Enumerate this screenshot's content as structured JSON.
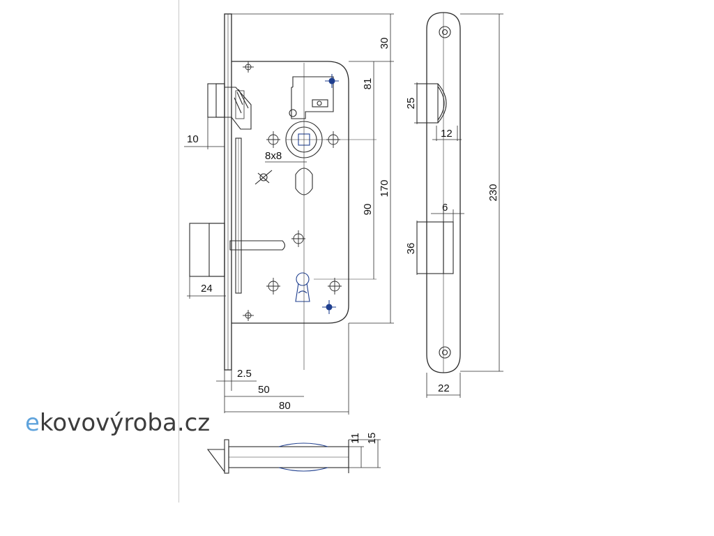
{
  "logo": {
    "prefix": "e",
    "rest": "kovovýroba.cz"
  },
  "dimensions": {
    "d30": "30",
    "d81": "81",
    "d170": "170",
    "d90": "90",
    "d10": "10",
    "d8x8": "8x8",
    "d24": "24",
    "d2_5": "2.5",
    "d50": "50",
    "d80": "80",
    "d25": "25",
    "d12": "12",
    "d230": "230",
    "d6": "6",
    "d36": "36",
    "d22": "22",
    "d11": "11",
    "d15": "15"
  },
  "colors": {
    "line": "#2a2a2a",
    "accent": "#1f3f8f",
    "logo_blue": "#5fa3dc",
    "logo_dark": "#3c3c3c"
  }
}
